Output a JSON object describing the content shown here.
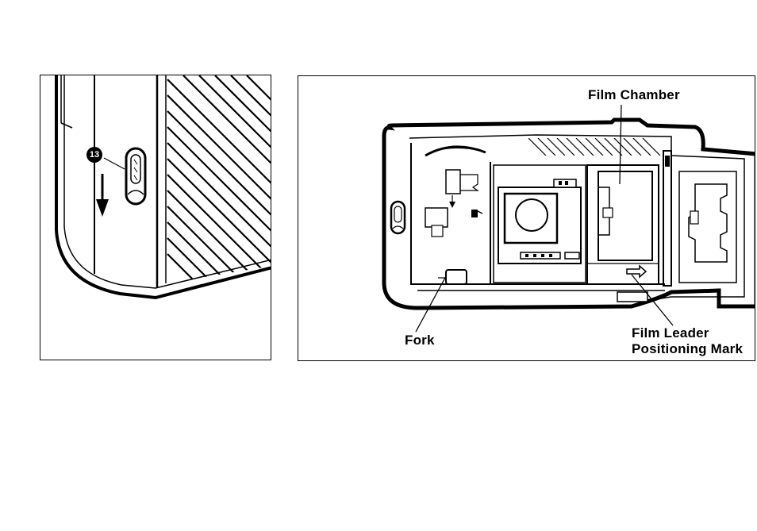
{
  "figure": {
    "left_panel": {
      "callout_number": "13"
    },
    "right_panel": {
      "labels": {
        "film_chamber": "Film Chamber",
        "fork": "Fork",
        "film_leader_line1": "Film Leader",
        "film_leader_line2": "Positioning Mark"
      }
    }
  }
}
